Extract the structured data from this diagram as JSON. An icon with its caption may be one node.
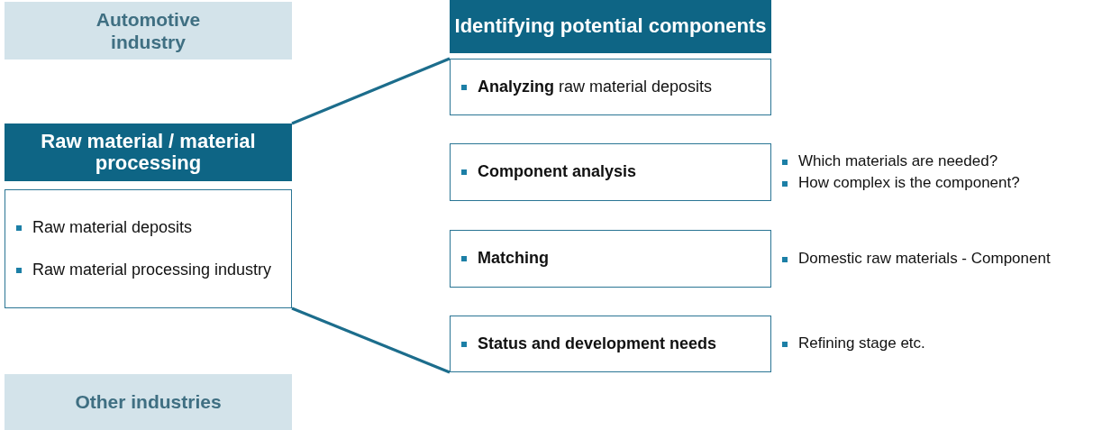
{
  "diagram": {
    "nodes": [
      {
        "text": [
          "Automotive industry"
        ]
      },
      {
        "text": [
          "Raw material / material processing"
        ]
      },
      {
        "text": [
          "Raw material deposits",
          "Raw material processing industry"
        ]
      },
      {
        "text": [
          "Other industries"
        ]
      },
      {
        "text": [
          "Identifying potential components"
        ]
      },
      {
        "text": [
          "**Analyzing** raw material deposits"
        ]
      },
      {
        "text": [
          "Component analysis"
        ],
        "beside": [
          "Which materials are needed?",
          "How complex is the component?"
        ]
      },
      {
        "text": [
          "Matching"
        ],
        "beside": [
          "Domestic raw materials - Component"
        ]
      },
      {
        "text": [
          "Status and development needs"
        ],
        "beside": [
          "Refining stage etc."
        ]
      }
    ],
    "edges": [
      {
        "from": 1,
        "to": 5,
        "arrow": "none"
      },
      {
        "from": 2,
        "to": 8,
        "arrow": "none"
      }
    ]
  }
}
